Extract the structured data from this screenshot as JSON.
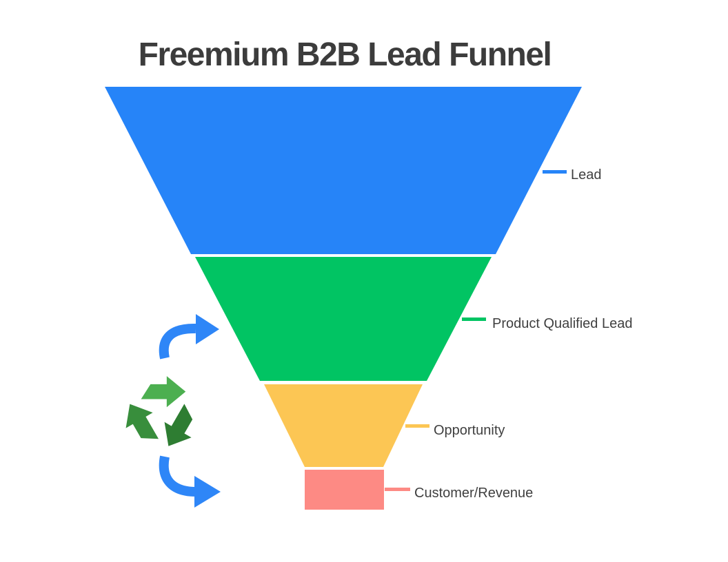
{
  "title": "Freemium B2B Lead Funnel",
  "colors": {
    "title_text": "#3c3c3c",
    "label_text": "#3f3f3f",
    "arrow_blue": "#2e86f7",
    "recycle_light": "#4caf50",
    "recycle_dark": "#2e7d32",
    "recycle_mid": "#388e3c"
  },
  "stages": [
    {
      "label": "Lead",
      "color": "#2684f8"
    },
    {
      "label": "Product Qualified Lead",
      "color": "#01c463"
    },
    {
      "label": "Opportunity",
      "color": "#fcc654"
    },
    {
      "label": "Customer/Revenue",
      "color": "#fd8a84"
    }
  ],
  "icons": {
    "recycle": "recycle-icon",
    "loop_top": "curved-arrow-right-icon",
    "loop_bottom": "curved-arrow-right-icon"
  }
}
